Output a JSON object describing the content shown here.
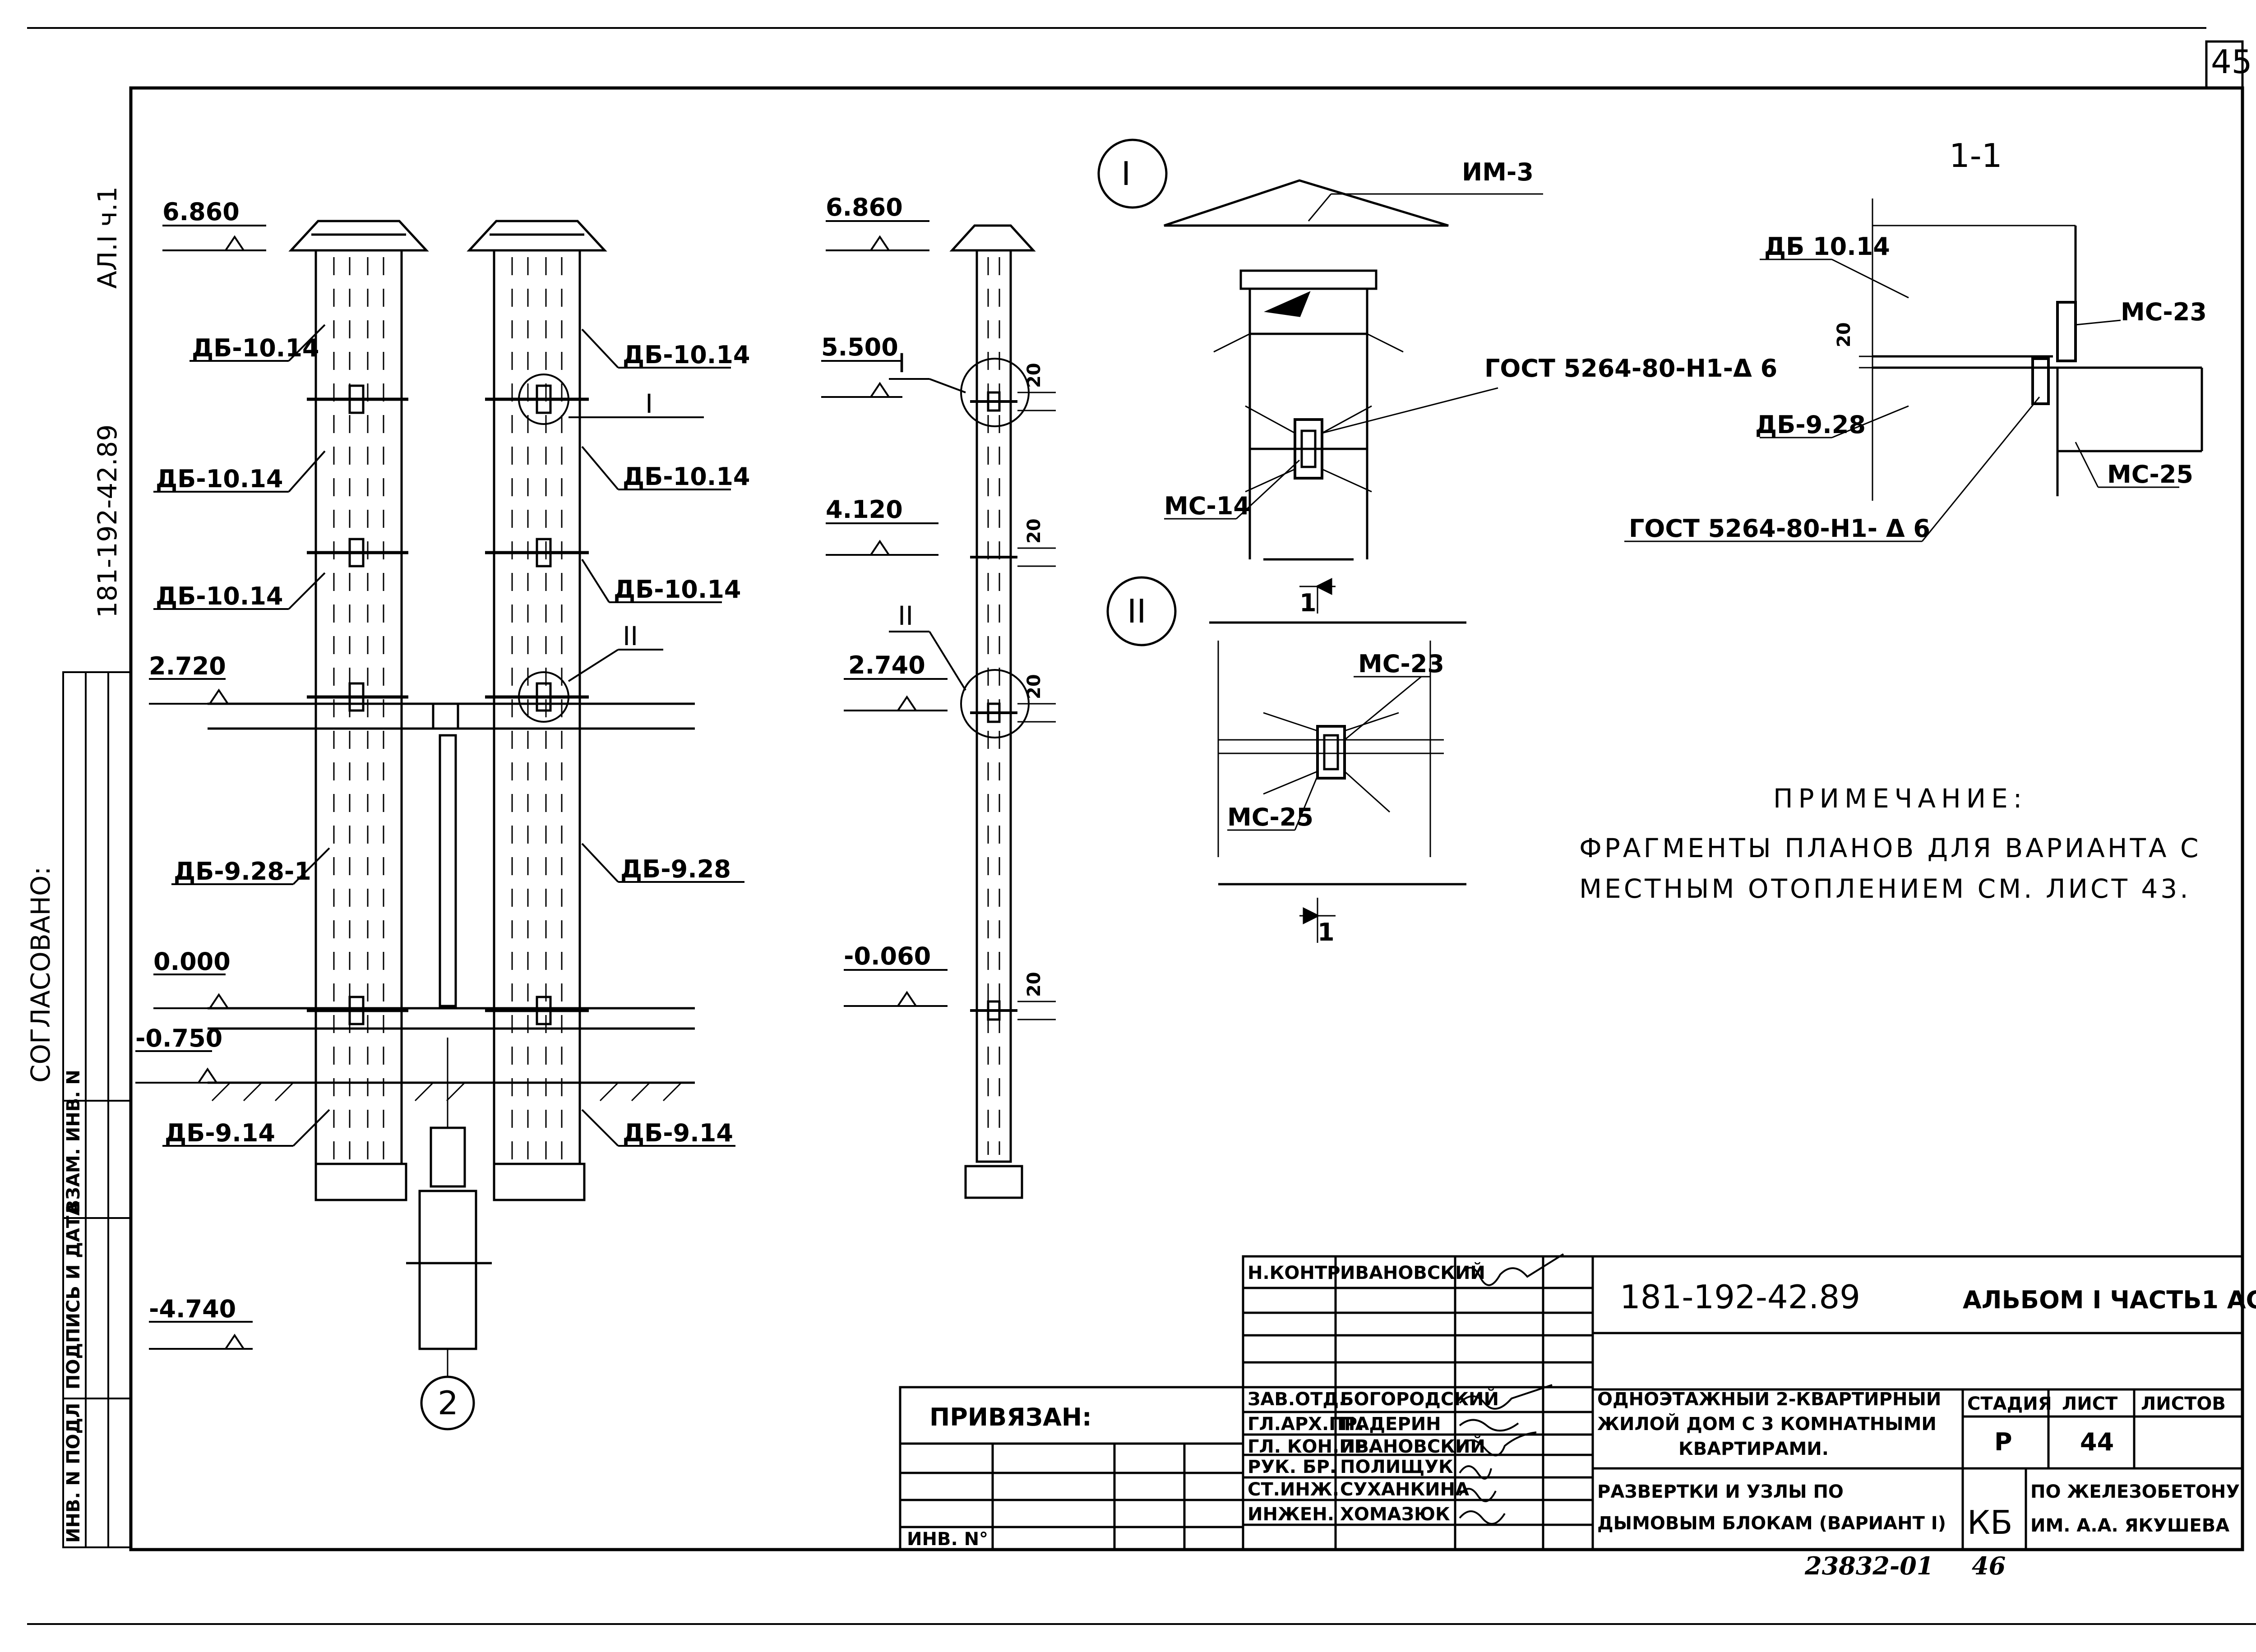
{
  "sheet": {
    "page_number": "45",
    "album_ref": "АЛ.I ч.1",
    "doc_code_side": "181-192-42.89",
    "agreed": "СОГЛАСОВАНО:",
    "side_stamp": [
      "ИНВ. N ПОДЛ",
      "ПОДПИСЬ И ДАТА",
      "ВЗАМ. ИНВ. N"
    ]
  },
  "elevations": {
    "marks_left": [
      "6.860",
      "2.720",
      "0.000",
      "-0.750",
      "-4.740"
    ],
    "marks_middle": [
      "6.860",
      "5.500",
      "4.120",
      "2.740",
      "-0.060"
    ],
    "blocks_left": [
      "ДБ-10.14",
      "ДБ-10.14",
      "ДБ-10.14",
      "ДБ-9.28-1",
      "ДБ-9.14"
    ],
    "blocks_right": [
      "ДБ-10.14",
      "ДБ-10.14",
      "ДБ-10.14",
      "ДБ-9.28",
      "ДБ-9.14"
    ],
    "gap_label": "20",
    "callout_node": "2"
  },
  "nodes": {
    "node1": "I",
    "node2": "II",
    "im3": "ИМ-3",
    "gost1": "ГОСТ 5264-80-Н1-Δ 6",
    "mc14": "МС-14",
    "mc23": "МС-23",
    "mc25": "МС-25",
    "section_mark": "1"
  },
  "section": {
    "title": "1-1",
    "db1014": "ДБ 10.14",
    "db928": "ДБ-9.28",
    "dim20": "20",
    "mc23": "МС-23",
    "mc25": "МС-25",
    "gost": "ГОСТ 5264-80-Н1- Δ 6"
  },
  "note": {
    "title": "ПРИМЕЧАНИЕ:",
    "line1": "ФРАГМЕНТЫ ПЛАНОВ ДЛЯ ВАРИАНТА С",
    "line2": "МЕСТНЫМ ОТОПЛЕНИЕМ СМ. ЛИСТ 43."
  },
  "title_block": {
    "code": "181-192-42.89",
    "album": "АЛЬБОМ I ЧАСТЬ1 АС",
    "privyazan": "ПРИВЯЗАН:",
    "inv": "ИНВ. N°",
    "roles": [
      "Н.КОНТР.",
      "ЗАВ.ОТД.",
      "ГЛ.АРХ.ПР.",
      "ГЛ. КОН.ПР.",
      "РУК. БР.",
      "СТ.ИНЖ.",
      "ИНЖЕН."
    ],
    "names": [
      "ИВАНОВСКИЙ",
      "БОГОРОДСКИЙ",
      "ПАДЕРИН",
      "ИВАНОВСКИЙ",
      "ПОЛИЩУК",
      "СУХАНКИНА",
      "ХОМАЗЮК"
    ],
    "project_line1": "ОДНОЭТАЖНЫЙ 2-КВАРТИРНЫЙ",
    "project_line2": "ЖИЛОЙ ДОМ С 3 КОМНАТНЫМИ",
    "project_line3": "КВАРТИРАМИ.",
    "sheet_line1": "РАЗВЕРТКИ И УЗЛЫ ПО",
    "sheet_line2": "ДЫМОВЫМ БЛОКАМ (ВАРИАНТ I)",
    "stage_h": "СТАДИЯ",
    "list_h": "ЛИСТ",
    "listov_h": "ЛИСТОВ",
    "stage": "Р",
    "list": "44",
    "org_logo": "КБ",
    "org_line1": "ПО ЖЕЛЕЗОБЕТОНУ",
    "org_line2": "ИМ. А.А. ЯКУШЕВА",
    "archive_no": "23832-01",
    "archive_sheet": "46"
  }
}
